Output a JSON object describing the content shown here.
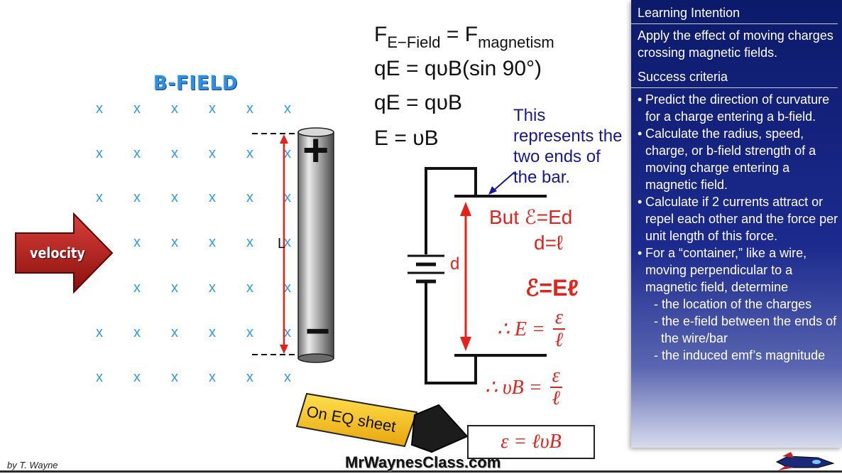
{
  "bfield_label": "B-FIELD",
  "velocity_label": "velocity",
  "length_label": "L",
  "bar_positive": "+",
  "bar_negative": "−",
  "equations": {
    "line1": {
      "F1": "F",
      "sub1": "E−Field",
      "eq": " = F",
      "sub2": "magnetism"
    },
    "line2": "qE = qυB(sin 90°)",
    "line3": "qE = qυB",
    "line4": "E = υB"
  },
  "note": {
    "line1": "This",
    "line2": "represents the",
    "line3": "two ends of",
    "line4": "the bar."
  },
  "d_label": "d",
  "emf": {
    "but_line": "But ℰ=Ed",
    "d_eq": "d=ℓ",
    "emf_el": "ℰ=Eℓ",
    "therefore_e": "∴ E =",
    "therefore_vb": "∴ υB =",
    "frac_num": "ε",
    "frac_den": "ℓ"
  },
  "eq_sheet_label": "On EQ sheet",
  "final_formula": "ε = ℓυB",
  "panel": {
    "intention_title": "Learning Intention",
    "intention_text": "Apply the effect of moving charges crossing magnetic fields.",
    "criteria_title": "Success criteria",
    "criteria": [
      "Predict the direction of curvature for a charge entering a b-field.",
      "Calculate the radius, speed, charge, or b-field strength of a moving charge entering a magnetic field.",
      "Calculate if 2 currents attract or repel each other and the force per unit length of this force.",
      "For a “container,” like a wire, moving perpendicular to a magnetic field, determine"
    ],
    "subcriteria": [
      "- the location of the charges",
      "- the e-field between the ends of the wire/bar",
      "- the induced emf’s magnitude"
    ]
  },
  "footer": {
    "author": "by T. Wayne",
    "site": "MrWaynesClass.com"
  },
  "colors": {
    "field_x": "#2f9be8",
    "red": "#e8201a",
    "navy": "#16179a",
    "panel": "#1c2a8e"
  }
}
